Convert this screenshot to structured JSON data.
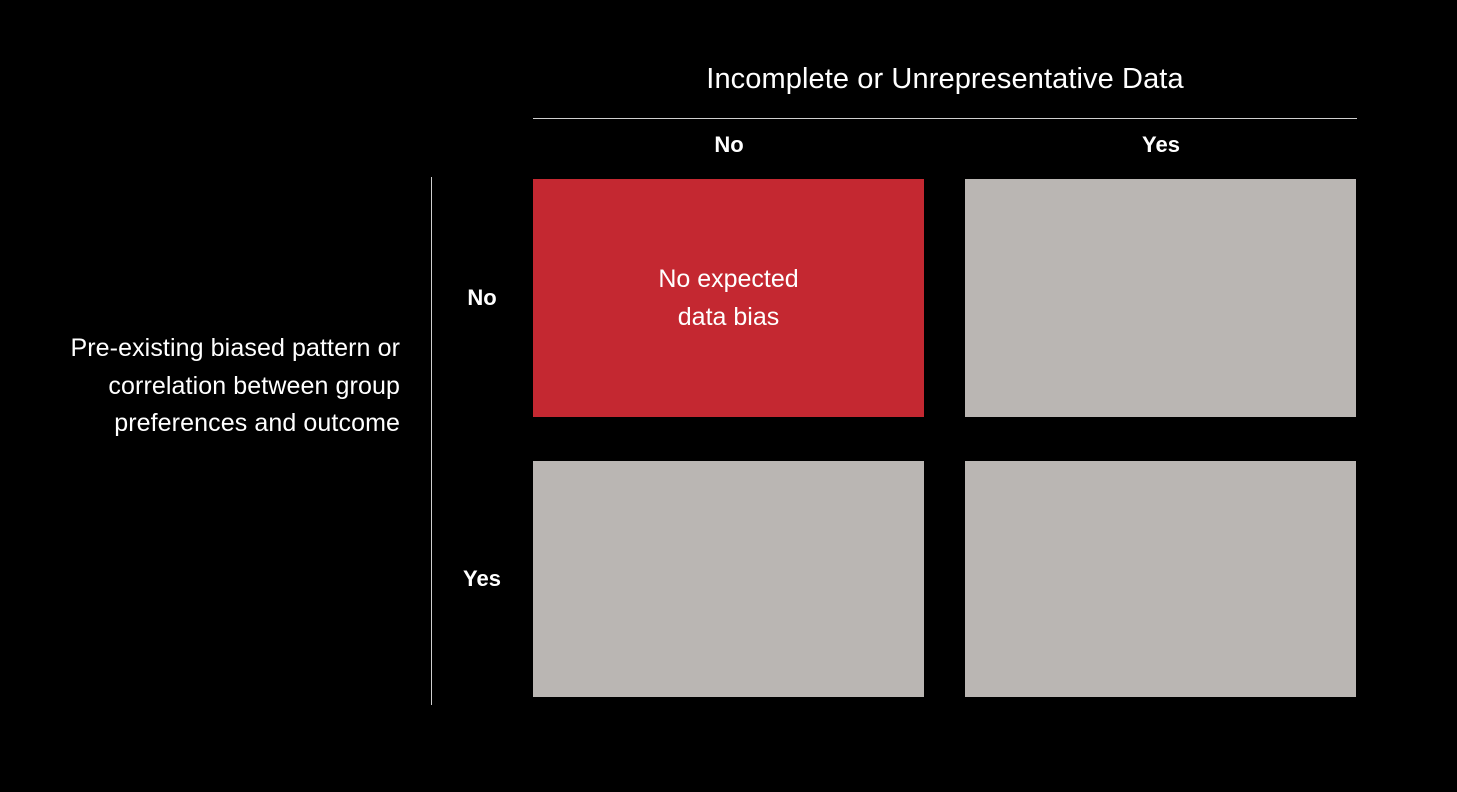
{
  "figure": {
    "background_color": "#000000",
    "text_color": "#ffffff",
    "rule_color": "#cfcfcf"
  },
  "chart_data": {
    "type": "table",
    "title": "",
    "xlabel": "Incomplete or Unrepresentative Data",
    "ylabel": "Pre-existing biased pattern or correlation between group preferences and outcome",
    "columns": [
      "No",
      "Yes"
    ],
    "rows": [
      "No",
      "Yes"
    ],
    "cells": [
      {
        "row": "No",
        "column": "No",
        "text": "No expected\ndata bias",
        "fill": "#C42831",
        "highlighted": true
      },
      {
        "row": "No",
        "column": "Yes",
        "text": "",
        "fill": "#BAB6B3",
        "highlighted": false
      },
      {
        "row": "Yes",
        "column": "No",
        "text": "",
        "fill": "#BAB6B3",
        "highlighted": false
      },
      {
        "row": "Yes",
        "column": "Yes",
        "text": "",
        "fill": "#BAB6B3",
        "highlighted": false
      }
    ],
    "legend": [],
    "grid": false,
    "colors": {
      "highlight": "#C42831",
      "neutral": "#BAB6B3",
      "background": "#000000"
    }
  },
  "column_axis": {
    "title": "Incomplete or Unrepresentative Data",
    "headers": [
      "No",
      "Yes"
    ]
  },
  "row_axis": {
    "title": "Pre-existing biased pattern or correlation between group preferences and outcome",
    "headers": [
      "No",
      "Yes"
    ]
  }
}
